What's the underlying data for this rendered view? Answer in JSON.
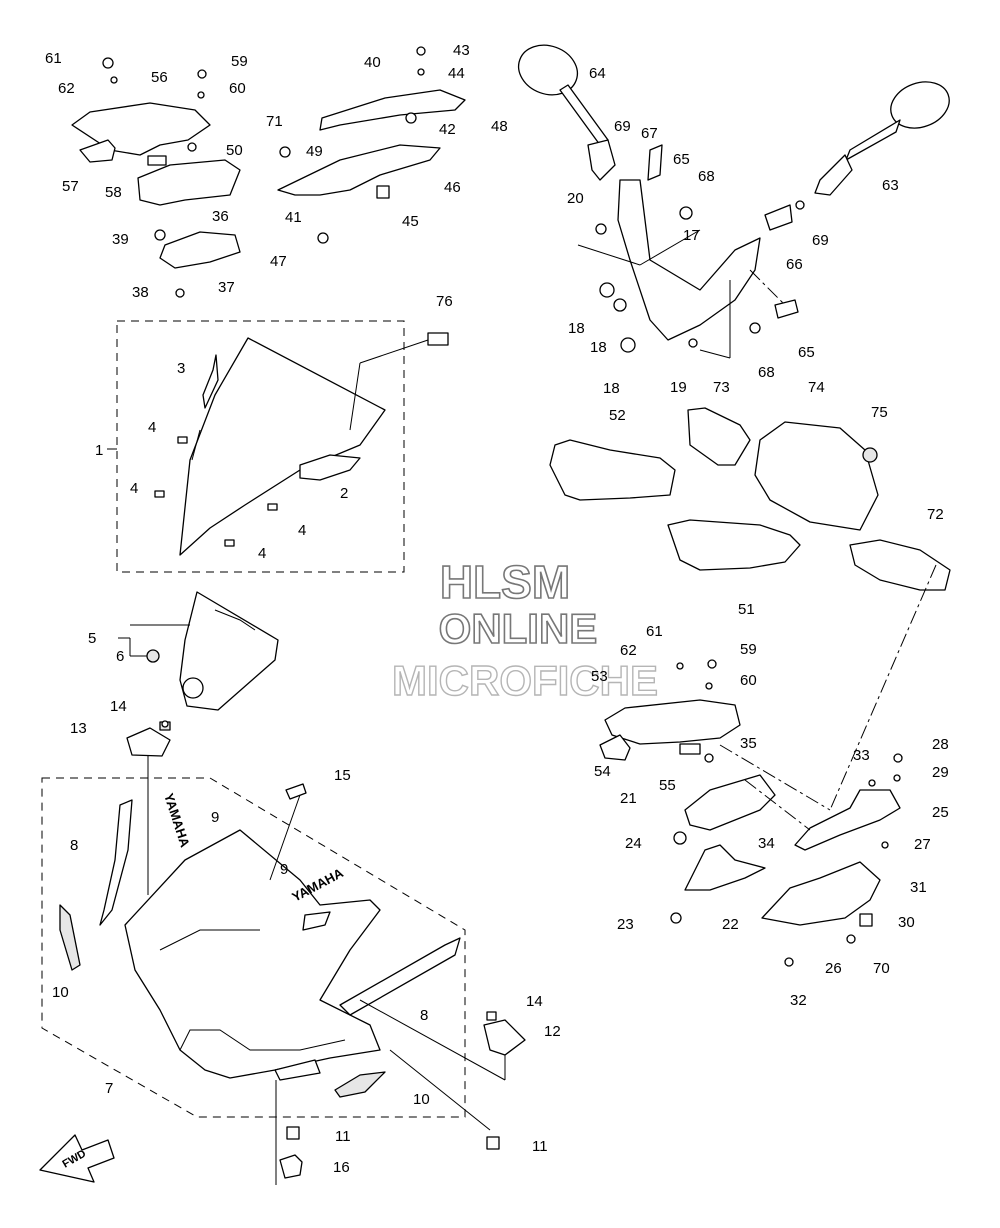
{
  "watermark": {
    "line1": "HLSM",
    "line2": "ONLINE",
    "line3": "MICROFICHE"
  },
  "fwd_label": "FWD",
  "brand_decal": "YAMAHA",
  "callouts": [
    "1",
    "2",
    "3",
    "4",
    "5",
    "6",
    "7",
    "8",
    "9",
    "10",
    "11",
    "12",
    "13",
    "14",
    "15",
    "16",
    "17",
    "18",
    "19",
    "20",
    "21",
    "22",
    "23",
    "24",
    "25",
    "26",
    "27",
    "28",
    "29",
    "30",
    "31",
    "32",
    "33",
    "34",
    "35",
    "36",
    "37",
    "38",
    "39",
    "40",
    "41",
    "42",
    "43",
    "44",
    "45",
    "46",
    "47",
    "48",
    "49",
    "50",
    "51",
    "52",
    "53",
    "54",
    "55",
    "56",
    "57",
    "58",
    "59",
    "60",
    "61",
    "62",
    "63",
    "64",
    "65",
    "66",
    "67",
    "68",
    "69",
    "70",
    "71",
    "72",
    "73",
    "74",
    "75",
    "76"
  ]
}
